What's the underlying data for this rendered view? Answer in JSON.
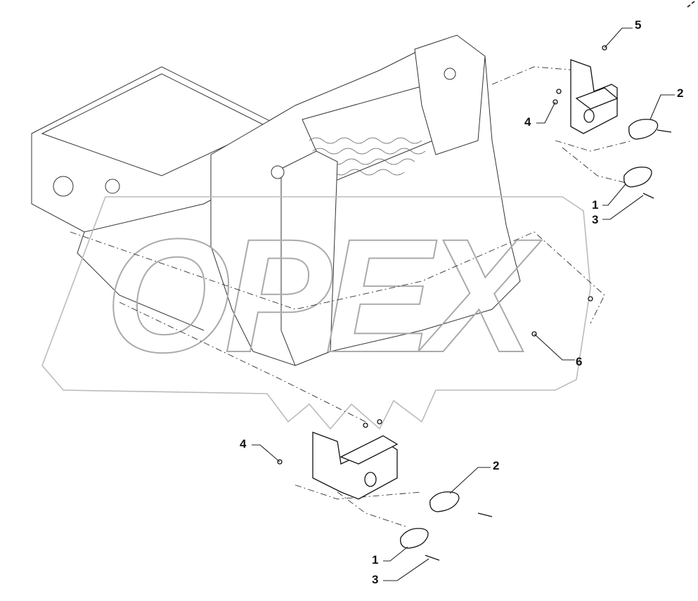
{
  "diagram": {
    "watermark": "OPEX",
    "callouts": [
      {
        "id": "callout-5-top",
        "label": "5"
      },
      {
        "id": "callout-2-top",
        "label": "2"
      },
      {
        "id": "callout-4-top",
        "label": "4"
      },
      {
        "id": "callout-1-top",
        "label": "1"
      },
      {
        "id": "callout-3-top",
        "label": "3"
      },
      {
        "id": "callout-6",
        "label": "6"
      },
      {
        "id": "callout-4-bottom",
        "label": "4"
      },
      {
        "id": "callout-2-bottom",
        "label": "2"
      },
      {
        "id": "callout-1-bottom",
        "label": "1"
      },
      {
        "id": "callout-3-bottom",
        "label": "3"
      }
    ]
  }
}
